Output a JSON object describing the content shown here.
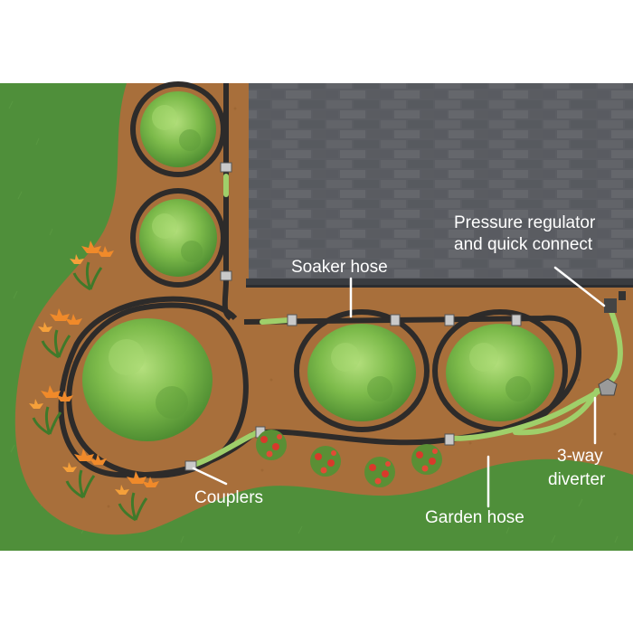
{
  "colors": {
    "lawn": "#4f8f3a",
    "mulch": "#a86f3b",
    "roof": "#5b5d63",
    "roof_eave": "#3a3c40",
    "soaker_hose": "#2d2b2a",
    "garden_hose": "#9fcf6a",
    "shrub": "#6fb045",
    "shrub_light": "#a6d870",
    "lily": "#f08a2a",
    "label_text": "#ffffff"
  },
  "labels": {
    "pressure_regulator_line1": "Pressure regulator",
    "pressure_regulator_line2": "and quick connect",
    "soaker_hose": "Soaker hose",
    "couplers": "Couplers",
    "three_way_line1": "3-way",
    "three_way_line2": "diverter",
    "garden_hose": "Garden hose"
  },
  "icons": {
    "shrub": "round-shrub-icon",
    "lily": "daylily-icon",
    "rose": "red-flower-bush-icon",
    "coupler": "hose-coupler-icon",
    "diverter": "y-diverter-icon",
    "faucet": "spigot-icon"
  }
}
